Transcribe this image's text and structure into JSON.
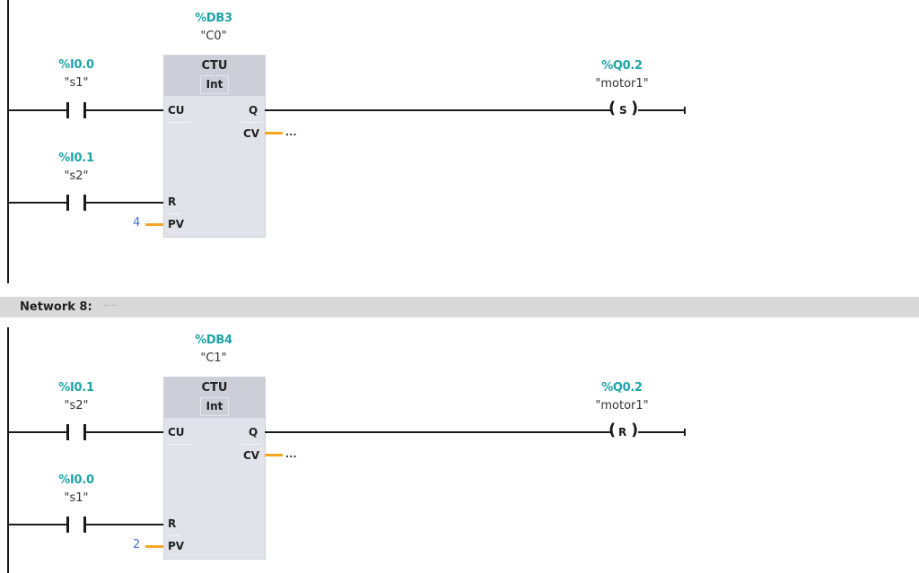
{
  "networks": [
    {
      "header": null,
      "block": {
        "instance_address": "%DB3",
        "instance_symbol": "\"C0\"",
        "type": "CTU",
        "data_type": "Int",
        "pins": {
          "cu": "CU",
          "r": "R",
          "pv": "PV",
          "q": "Q",
          "cv": "CV"
        },
        "pv_value": "4",
        "cv_value": "..."
      },
      "contact_cu": {
        "address": "%I0.0",
        "symbol": "\"s1\""
      },
      "contact_r": {
        "address": "%I0.1",
        "symbol": "\"s2\""
      },
      "coil": {
        "address": "%Q0.2",
        "symbol": "\"motor1\"",
        "type": "S"
      }
    },
    {
      "header": {
        "title": "Network 8:",
        "comment": "....."
      },
      "block": {
        "instance_address": "%DB4",
        "instance_symbol": "\"C1\"",
        "type": "CTU",
        "data_type": "Int",
        "pins": {
          "cu": "CU",
          "r": "R",
          "pv": "PV",
          "q": "Q",
          "cv": "CV"
        },
        "pv_value": "2",
        "cv_value": "..."
      },
      "contact_cu": {
        "address": "%I0.1",
        "symbol": "\"s2\""
      },
      "contact_r": {
        "address": "%I0.0",
        "symbol": "\"s1\""
      },
      "coil": {
        "address": "%Q0.2",
        "symbol": "\"motor1\"",
        "type": "R"
      }
    }
  ],
  "colors": {
    "address": "#1fa3a8",
    "orange_wire": "#f5a623",
    "constant": "#4a6fd8",
    "header_bg": "#d9d9d9",
    "block_bg": "#e2e3ea",
    "block_head_bg": "#cdcfd8"
  }
}
